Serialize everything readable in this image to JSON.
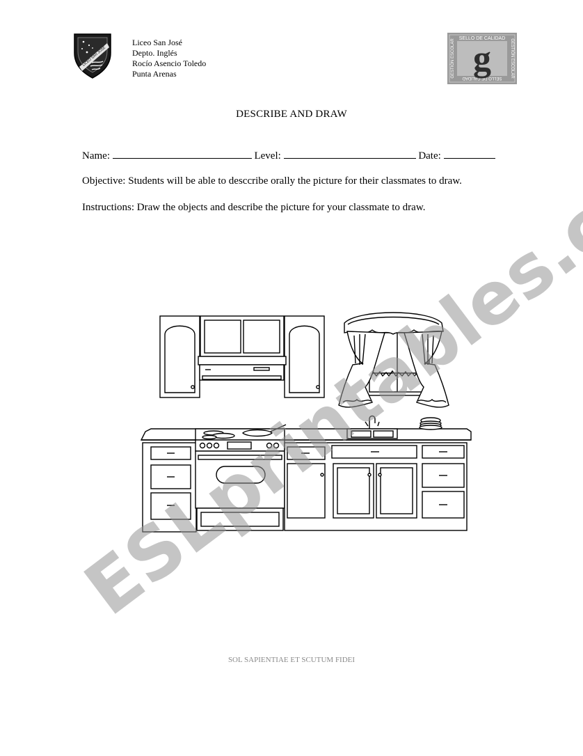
{
  "header": {
    "school_lines": [
      "Liceo San José",
      "Depto. Inglés",
      "Rocío Asencio Toledo",
      "Punta Arenas"
    ],
    "crest_text": "LICEO SAN JOSÉ",
    "seal_text": {
      "top": "SELLO DE CALIDAD",
      "left": "GESTIÓN ESCOLAR",
      "right": "GESTIÓN ESCOLAR",
      "bottom": "SELLO DE CALIDAD",
      "letter": "g"
    }
  },
  "title": "DESCRIBE AND DRAW",
  "form": {
    "name_label": "Name:",
    "level_label": "Level:",
    "date_label": "Date:"
  },
  "objective": "Objective: Students will be able to desccribe orally the picture for their classmates to draw.",
  "instructions": "Instructions: Draw the objects and describe the picture for your classmate to draw.",
  "watermark": "ESLprintables.com",
  "footer": "SOL SAPIENTIAE ET SCUTUM FIDEI"
}
